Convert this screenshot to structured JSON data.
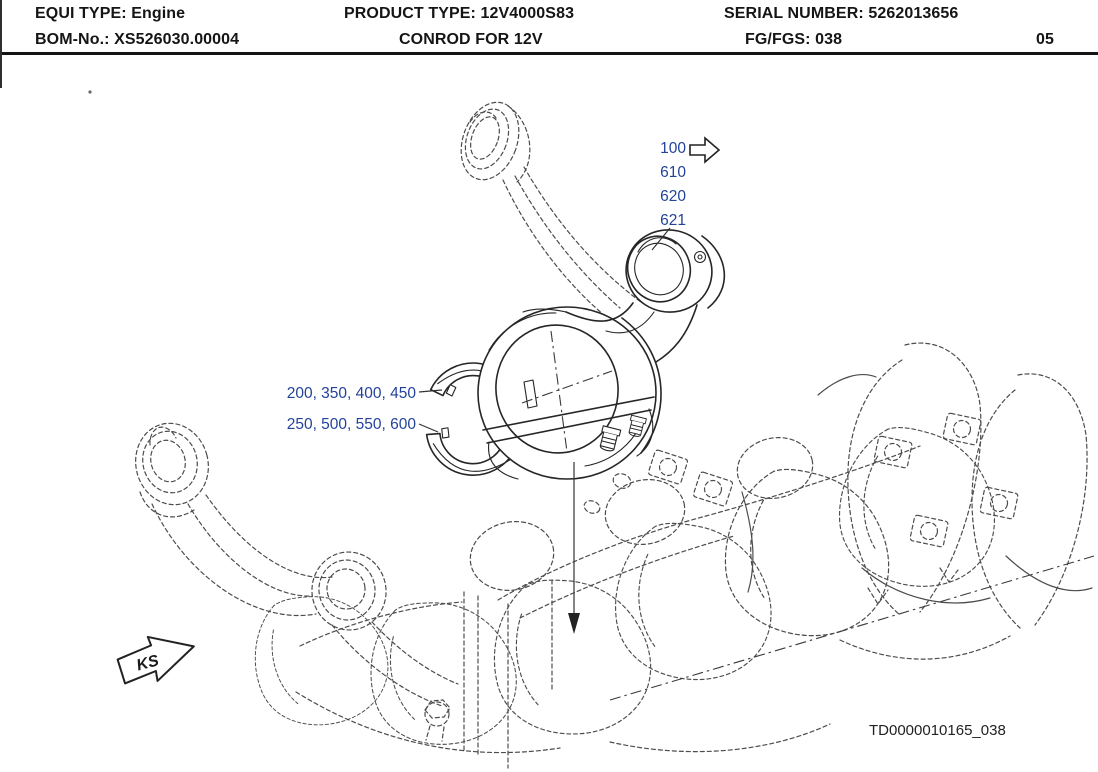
{
  "colors": {
    "accent_blue": "#23439b",
    "line": "#262626"
  },
  "header": {
    "equi_type_label": "EQUI TYPE:",
    "equi_type_value": "Engine",
    "product_type_label": "PRODUCT TYPE:",
    "product_type_value": "12V4000S83",
    "serial_label": "SERIAL NUMBER:",
    "serial_value": "5262013656",
    "bom_label": "BOM-No.:",
    "bom_value": "XS526030.00004",
    "title": "CONROD FOR 12V",
    "fg_fgs_label": "FG/FGS:",
    "fg_fgs_value": "038",
    "sheet": "05"
  },
  "callouts": {
    "group_top": [
      "100",
      "610",
      "620",
      "621"
    ],
    "upper_bearing_shell": "200, 350, 400, 450",
    "lower_bearing_shell": "250, 500, 550, 600",
    "direction_marker": "KS",
    "drawing_number": "TD0000010165_038"
  }
}
